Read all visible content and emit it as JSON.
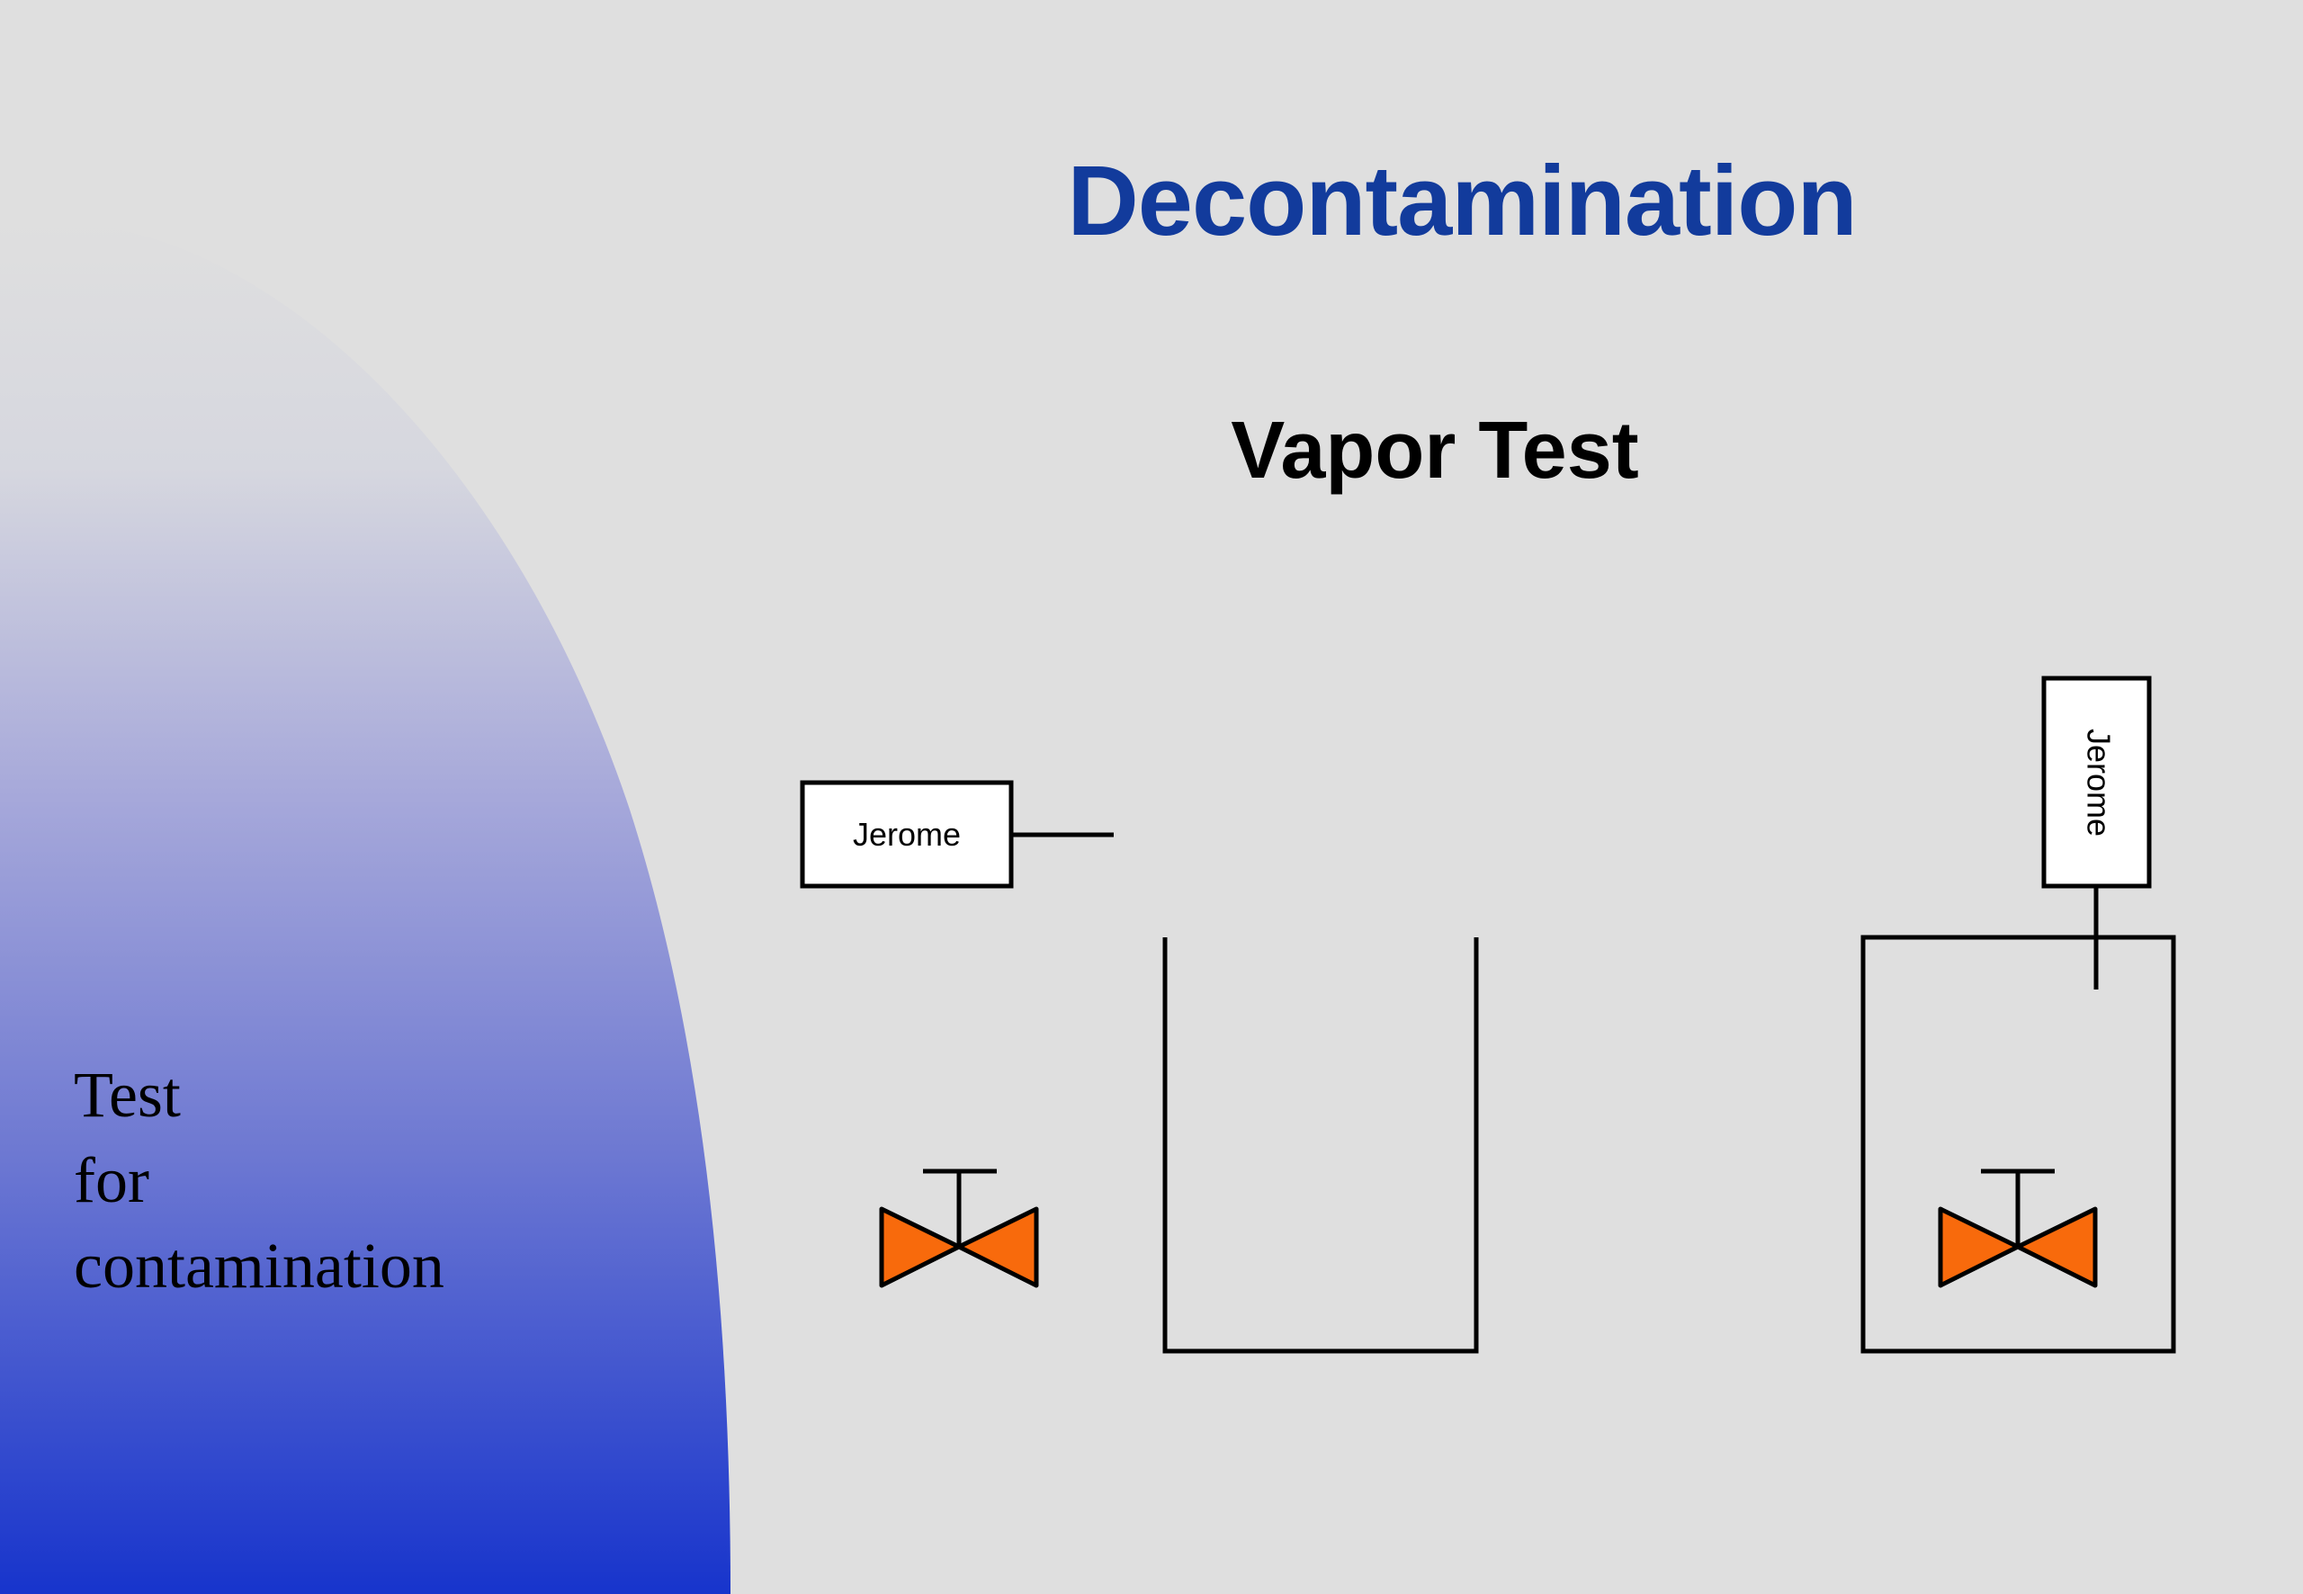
{
  "slide": {
    "title": "Decontamination",
    "subtitle": "Vapor Test",
    "side_text": [
      "Test",
      "for",
      "contamination"
    ]
  },
  "diagram": {
    "left_instrument_label": "Jerome",
    "right_instrument_label": "Jerome"
  },
  "colors": {
    "title": "#123b9c",
    "background": "#dfdfdf",
    "gradient_bottom": "#1734cc",
    "valve_fill": "#f86a0c",
    "line": "#000000"
  }
}
